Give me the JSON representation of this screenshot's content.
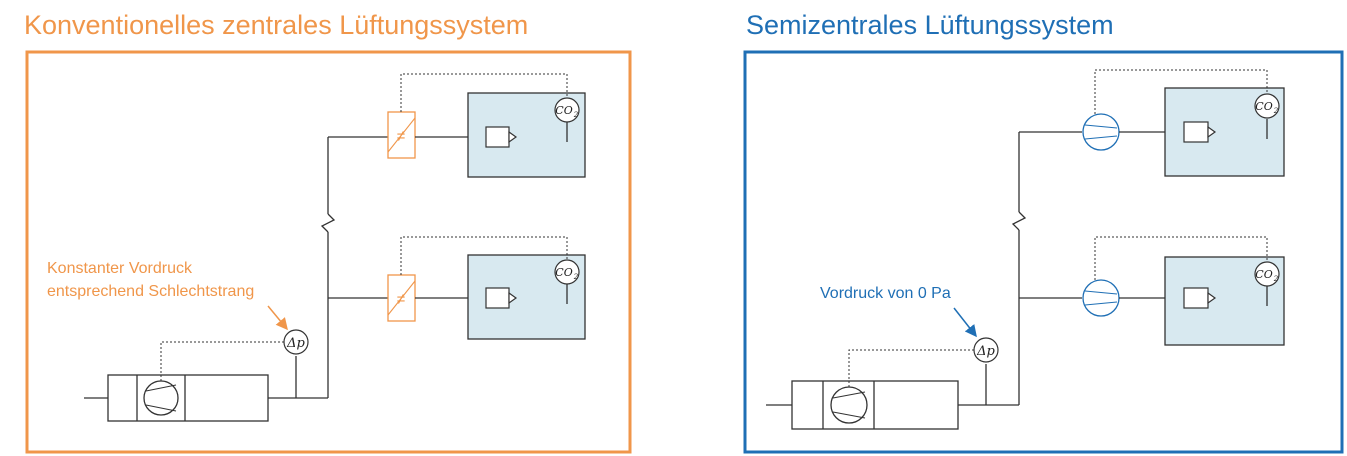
{
  "left": {
    "title": "Konventionelles zentrales Lüftungssystem",
    "annotation_line1": "Konstanter Vordruck",
    "annotation_line2": "entsprechend Schlechtstrang",
    "sensor_dp": "Δp",
    "sensor_co2": "CO",
    "sensor_co2_sub": "2",
    "damper_symbol": "≠"
  },
  "right": {
    "title": "Semizentrales Lüftungssystem",
    "annotation": "Vordruck von 0 Pa",
    "sensor_dp": "Δp",
    "sensor_co2": "CO",
    "sensor_co2_sub": "2"
  },
  "colors": {
    "orange": "#f0964a",
    "blue": "#1f6fb5",
    "room_fill": "#d8e9f0",
    "line": "#333333"
  }
}
